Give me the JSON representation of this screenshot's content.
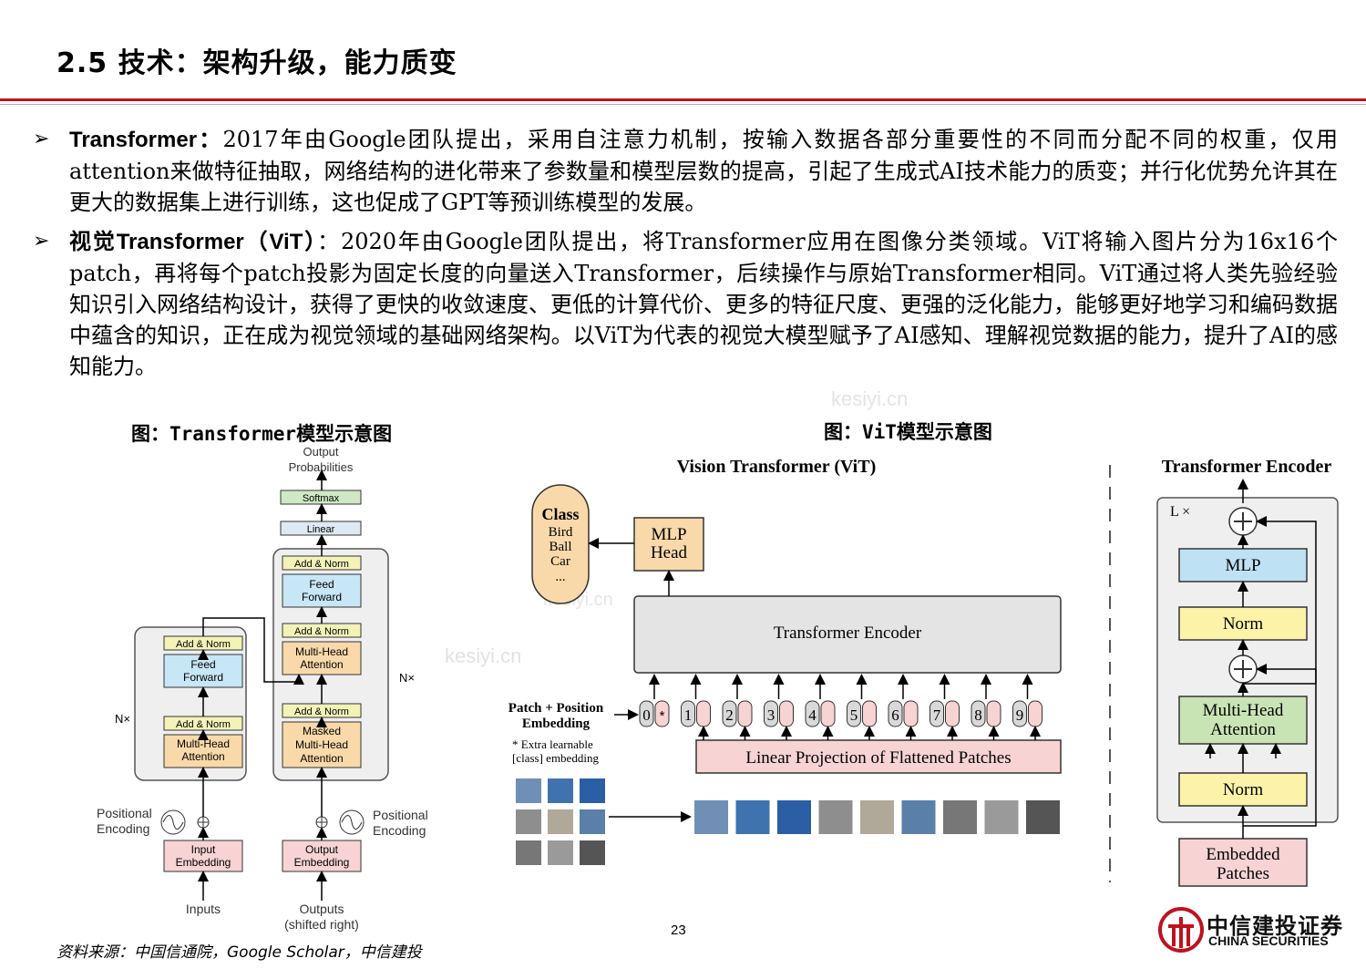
{
  "header": {
    "title": "2.5 技术：架构升级，能力质变"
  },
  "bullets": [
    {
      "lead": "Transformer：",
      "text": "2017年由Google团队提出，采用自注意力机制，按输入数据各部分重要性的不同而分配不同的权重，仅用attention来做特征抽取，网络结构的进化带来了参数量和模型层数的提高，引起了生成式AI技术能力的质变；并行化优势允许其在更大的数据集上进行训练，这也促成了GPT等预训练模型的发展。"
    },
    {
      "lead": "视觉Transformer（ViT）",
      "text": "：2020年由Google团队提出，将Transformer应用在图像分类领域。ViT将输入图片分为16x16个patch，再将每个patch投影为固定长度的向量送入Transformer，后续操作与原始Transformer相同。ViT通过将人类先验经验知识引入网络结构设计，获得了更快的收敛速度、更低的计算代价、更多的特征尺度、更强的泛化能力，能够更好地学习和编码数据中蕴含的知识，正在成为视觉领域的基础网络架构。以ViT为代表的视觉大模型赋予了AI感知、理解视觉数据的能力，提升了AI的感知能力。"
    }
  ],
  "figure1": {
    "caption": "图：Transformer模型示意图",
    "output_probs": "Output\nProbabilities",
    "softmax": "Softmax",
    "linear": "Linear",
    "add_norm": "Add & Norm",
    "feed_forward": "Feed\nForward",
    "multi_head": "Multi-Head\nAttention",
    "masked_multi_head": "Masked\nMulti-Head\nAttention",
    "nx": "N×",
    "positional_encoding": "Positional\nEncoding",
    "input_embedding": "Input\nEmbedding",
    "output_embedding": "Output\nEmbedding",
    "inputs": "Inputs",
    "outputs": "Outputs\n(shifted right)"
  },
  "figure2": {
    "caption": "图：ViT模型示意图",
    "vit_title": "Vision Transformer (ViT)",
    "class_box": [
      "Class",
      "Bird",
      "Ball",
      "Car",
      "..."
    ],
    "mlp_head": "MLP\nHead",
    "transformer_encoder": "Transformer Encoder",
    "patch_pos": "Patch + Position\nEmbedding",
    "extra_note": "* Extra learnable\n[class] embedding",
    "linear_proj": "Linear Projection of Flattened Patches",
    "tokens": [
      "0*",
      "1",
      "2",
      "3",
      "4",
      "5",
      "6",
      "7",
      "8",
      "9"
    ],
    "encoder_title": "Transformer Encoder",
    "lx": "L ×",
    "mlp": "MLP",
    "norm": "Norm",
    "mha": "Multi-Head\nAttention",
    "embedded": "Embedded\nPatches",
    "plus": "+"
  },
  "footer": {
    "source": "资料来源：中国信通院，Google Scholar，中信建投",
    "page": "23",
    "logo_cn": "中信建投证券",
    "logo_en": "CHINA SECURITIES"
  },
  "watermark": "kesiyi.cn",
  "colors": {
    "accent": "#c0111f",
    "ff_blue": "#c7e6f6",
    "mha_orange": "#f9d9a9",
    "emb_pink": "#f7d3d3",
    "vit_norm": "#fdf3a8",
    "vit_mha": "#c9e4b4",
    "vit_mlp": "#bfe1f4"
  }
}
